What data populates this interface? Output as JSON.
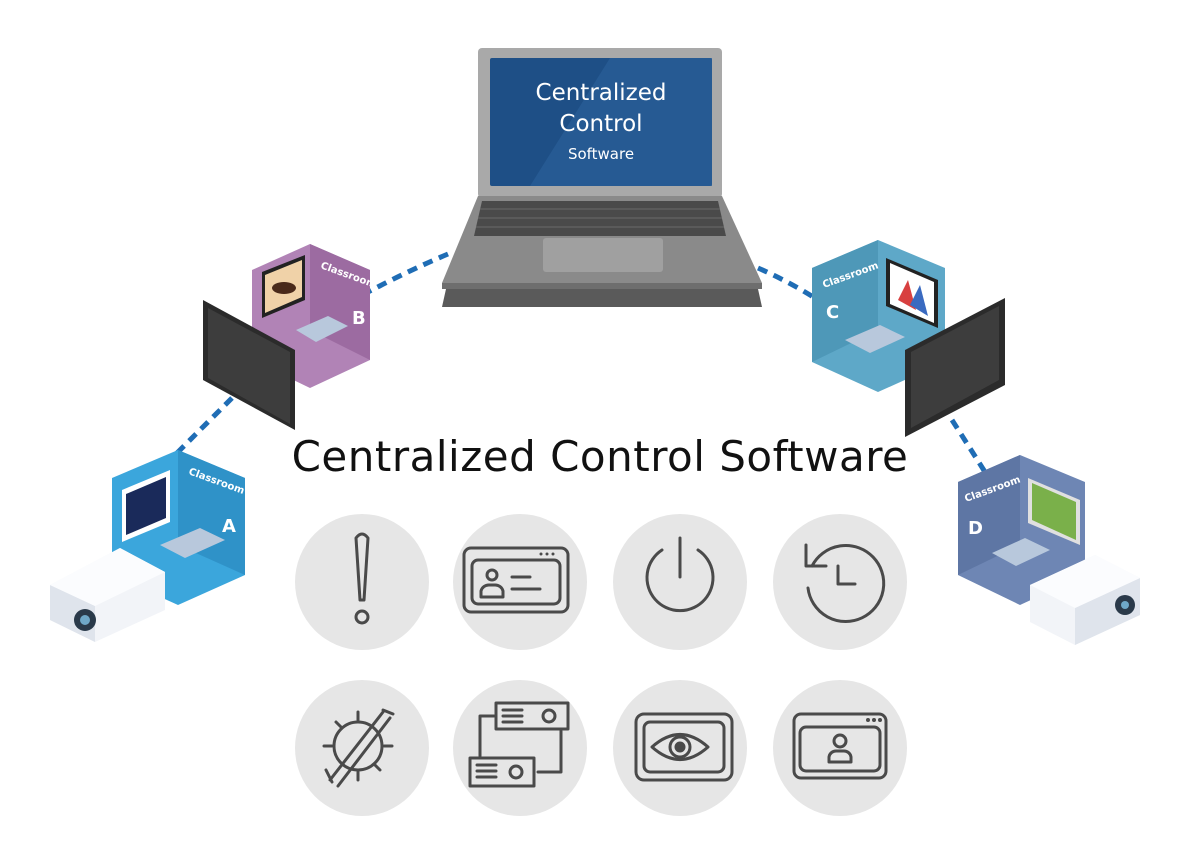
{
  "laptop_screen": {
    "line1": "Centralized",
    "line2": "Control",
    "line3": "Software"
  },
  "title": "Centralized Control Software",
  "classrooms": [
    {
      "label": "Classroom",
      "letter": "A",
      "color": "#3ba6dc",
      "device": "projector"
    },
    {
      "label": "Classroom",
      "letter": "B",
      "color": "#b183b6",
      "device": "display"
    },
    {
      "label": "Classroom",
      "letter": "C",
      "color": "#5ea8c8",
      "device": "display"
    },
    {
      "label": "Classroom",
      "letter": "D",
      "color": "#6e86b4",
      "device": "projector"
    }
  ],
  "colors": {
    "connector": "#1f6db5",
    "icon_bg": "#e6e6e6",
    "icon_stroke": "#4a4a4a",
    "screen": "#1e4f86"
  },
  "feature_icons": [
    "alert-icon",
    "id-card-icon",
    "power-icon",
    "history-icon",
    "maintenance-icon",
    "projector-switch-icon",
    "monitor-eye-icon",
    "user-screen-icon"
  ]
}
